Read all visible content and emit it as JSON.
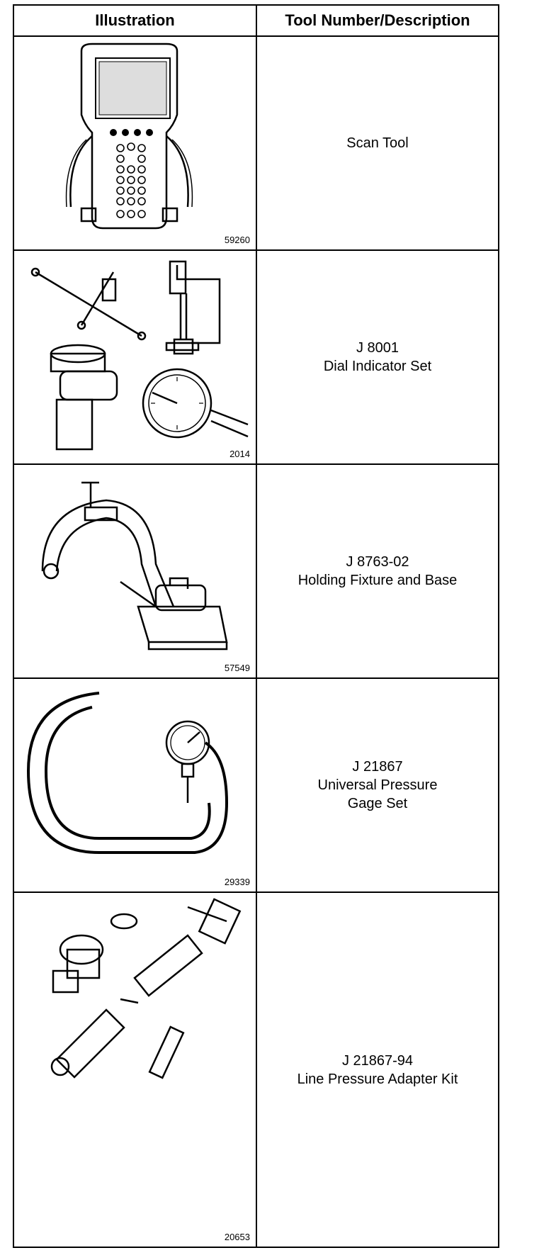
{
  "table": {
    "headers": {
      "illustration": "Illustration",
      "description": "Tool Number/Description"
    },
    "rows": [
      {
        "figure_number": "59260",
        "icon": "scan-tool-icon",
        "lines": [
          "Scan Tool"
        ]
      },
      {
        "figure_number": "2014",
        "icon": "dial-indicator-set-icon",
        "lines": [
          "J 8001",
          "Dial Indicator Set"
        ]
      },
      {
        "figure_number": "57549",
        "icon": "holding-fixture-icon",
        "lines": [
          "J 8763-02",
          "Holding Fixture and Base"
        ]
      },
      {
        "figure_number": "29339",
        "icon": "pressure-gage-icon",
        "lines": [
          "J 21867",
          "Universal Pressure",
          "Gage Set"
        ]
      },
      {
        "figure_number": "20653",
        "icon": "adapter-kit-icon",
        "lines": [
          "J 21867-94",
          "Line Pressure Adapter Kit"
        ]
      }
    ]
  }
}
